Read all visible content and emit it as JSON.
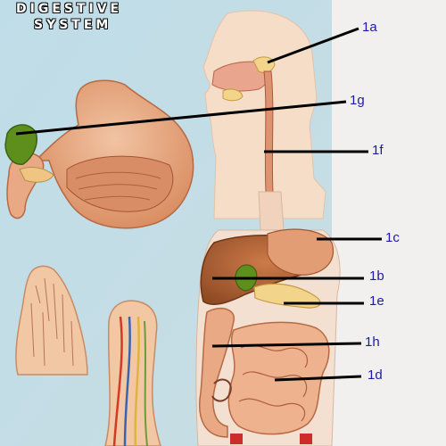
{
  "title": {
    "line1": "DIGESTIVE",
    "line2": "SYSTEM"
  },
  "labels": {
    "a": "1a",
    "g": "1g",
    "f": "1f",
    "c": "1c",
    "b": "1b",
    "e": "1e",
    "h": "1h",
    "d": "1d"
  },
  "colors": {
    "board": "#c4dde6",
    "right_panel": "#f2f0ee",
    "flesh": "#e8a77c",
    "liver": "#b4683c",
    "gallbladder": "#5e8f1c",
    "intestine": "#eaa985",
    "label_text": "#1c1aa8",
    "leader_line": "#000000"
  }
}
